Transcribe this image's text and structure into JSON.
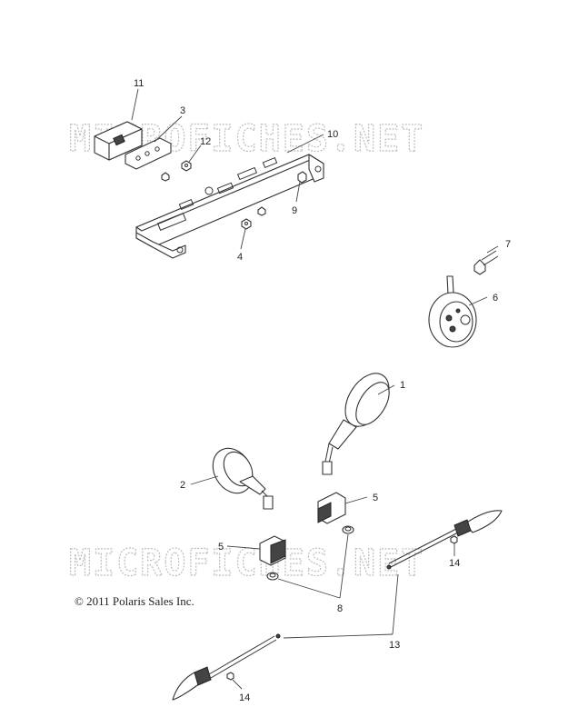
{
  "watermarks": [
    "MICROFICHES.NET",
    "MICROFICHES.NET"
  ],
  "copyright": "© 2011 Polaris Sales Inc.",
  "callouts": {
    "c1": "1",
    "c2": "2",
    "c3": "3",
    "c4": "4",
    "c5a": "5",
    "c5b": "5",
    "c6": "6",
    "c7": "7",
    "c8": "8",
    "c9": "9",
    "c10": "10",
    "c11": "11",
    "c12": "12",
    "c13": "13",
    "c14a": "14",
    "c14b": "14"
  }
}
